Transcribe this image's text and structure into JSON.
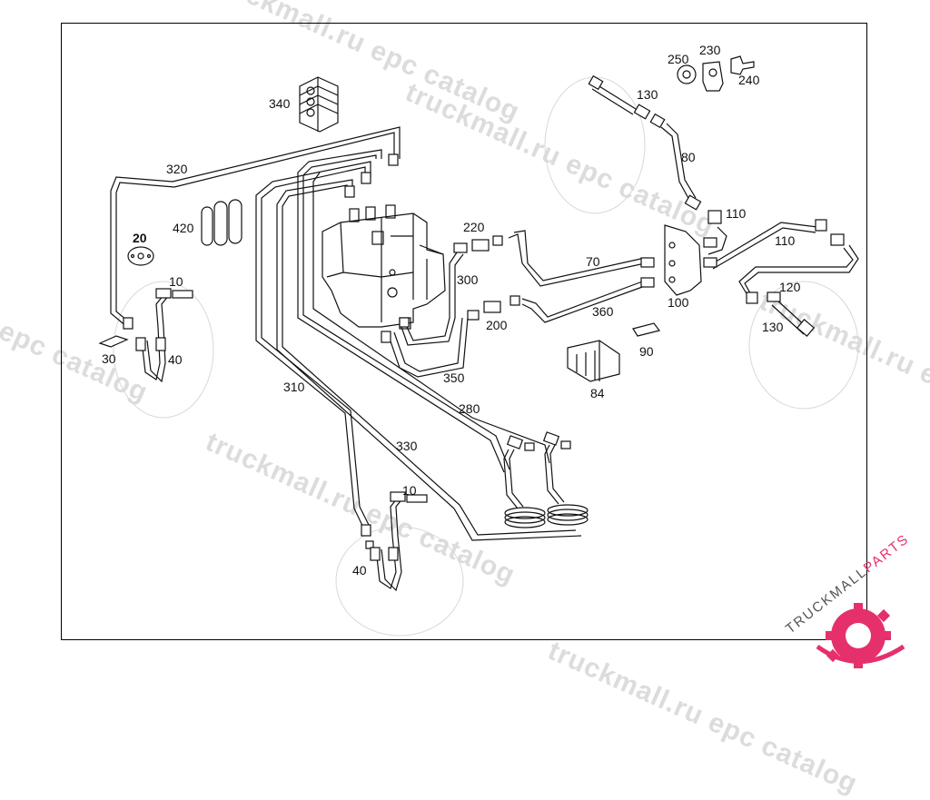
{
  "diagram": {
    "labels": {
      "l340": "340",
      "l320": "320",
      "l420": "420",
      "l20": "20",
      "l10a": "10",
      "l30": "30",
      "l40a": "40",
      "l310": "310",
      "l330": "330",
      "l280": "280",
      "l350": "350",
      "l300": "300",
      "l220": "220",
      "l200": "200",
      "l70": "70",
      "l360": "360",
      "l100": "100",
      "l90": "90",
      "l84": "84",
      "l130a": "130",
      "l80": "80",
      "l110a": "110",
      "l110b": "110",
      "l120": "120",
      "l130b": "130",
      "l250": "250",
      "l230": "230",
      "l240": "240",
      "l10b": "10",
      "l40b": "40"
    }
  },
  "watermarks": {
    "w1": "truckmall.ru epc catalog",
    "w2": "truckmall.ru epc catalog",
    "w3": "l epc catalog",
    "w4": "truckmall.ru epc catalog",
    "w5": "truckmall.ru epc",
    "w6": "truckmall.ru epc catalog",
    "w7": "truckmall.ru"
  },
  "logo": {
    "text_a": "TRUCKMALL",
    "text_b": "PARTS",
    "accent": "#e5306b"
  }
}
